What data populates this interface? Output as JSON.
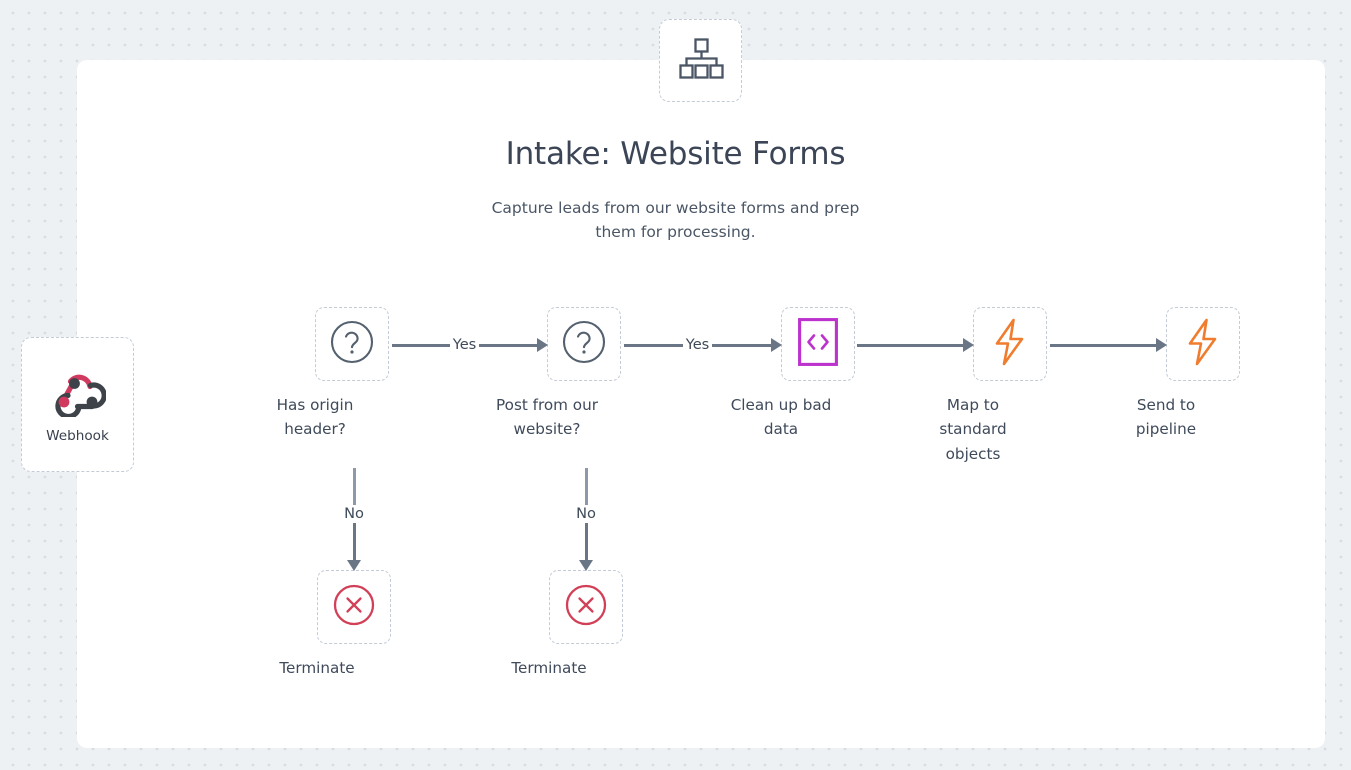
{
  "header": {
    "badge_icon": "org-chart-icon",
    "title": "Intake: Website Forms",
    "subtitle": "Capture leads from our website forms and prep them for processing."
  },
  "trigger": {
    "icon": "webhook-icon",
    "label": "Webhook"
  },
  "colors": {
    "canvas_background": "#eef1f4",
    "dot_grid": "#d7dce3",
    "card_background": "#ffffff",
    "node_border": "#c3ccd6",
    "text_primary": "#3b4556",
    "text_secondary": "#4a5666",
    "arrow": "#6a7686",
    "code_accent": "#bb33cc",
    "action_accent": "#f07c2e",
    "terminate_accent": "#d24058",
    "webhook_pink": "#cf3a5e",
    "webhook_dark": "#3d4349"
  },
  "nodes": [
    {
      "id": "has-origin-header",
      "icon": "question-mark-icon",
      "label": "Has origin\nheader?"
    },
    {
      "id": "post-from-our-website",
      "icon": "question-mark-icon",
      "label": "Post from our\nwebsite?"
    },
    {
      "id": "clean-up-bad-data",
      "icon": "code-brackets-icon",
      "label": "Clean up bad\ndata"
    },
    {
      "id": "map-to-standard-objects",
      "icon": "lightning-bolt-icon",
      "label": "Map to\nstandard\nobjects"
    },
    {
      "id": "send-to-pipeline",
      "icon": "lightning-bolt-icon",
      "label": "Send to\npipeline"
    },
    {
      "id": "terminate-1",
      "icon": "circle-x-icon",
      "label": "Terminate"
    },
    {
      "id": "terminate-2",
      "icon": "circle-x-icon",
      "label": "Terminate"
    }
  ],
  "edges": [
    {
      "id": "origin-yes",
      "label": "Yes",
      "orientation": "horizontal"
    },
    {
      "id": "website-yes",
      "label": "Yes",
      "orientation": "horizontal"
    },
    {
      "id": "clean-to-map",
      "label": "",
      "orientation": "horizontal"
    },
    {
      "id": "map-to-send",
      "label": "",
      "orientation": "horizontal"
    },
    {
      "id": "origin-no",
      "label": "No",
      "orientation": "vertical"
    },
    {
      "id": "website-no",
      "label": "No",
      "orientation": "vertical"
    }
  ]
}
